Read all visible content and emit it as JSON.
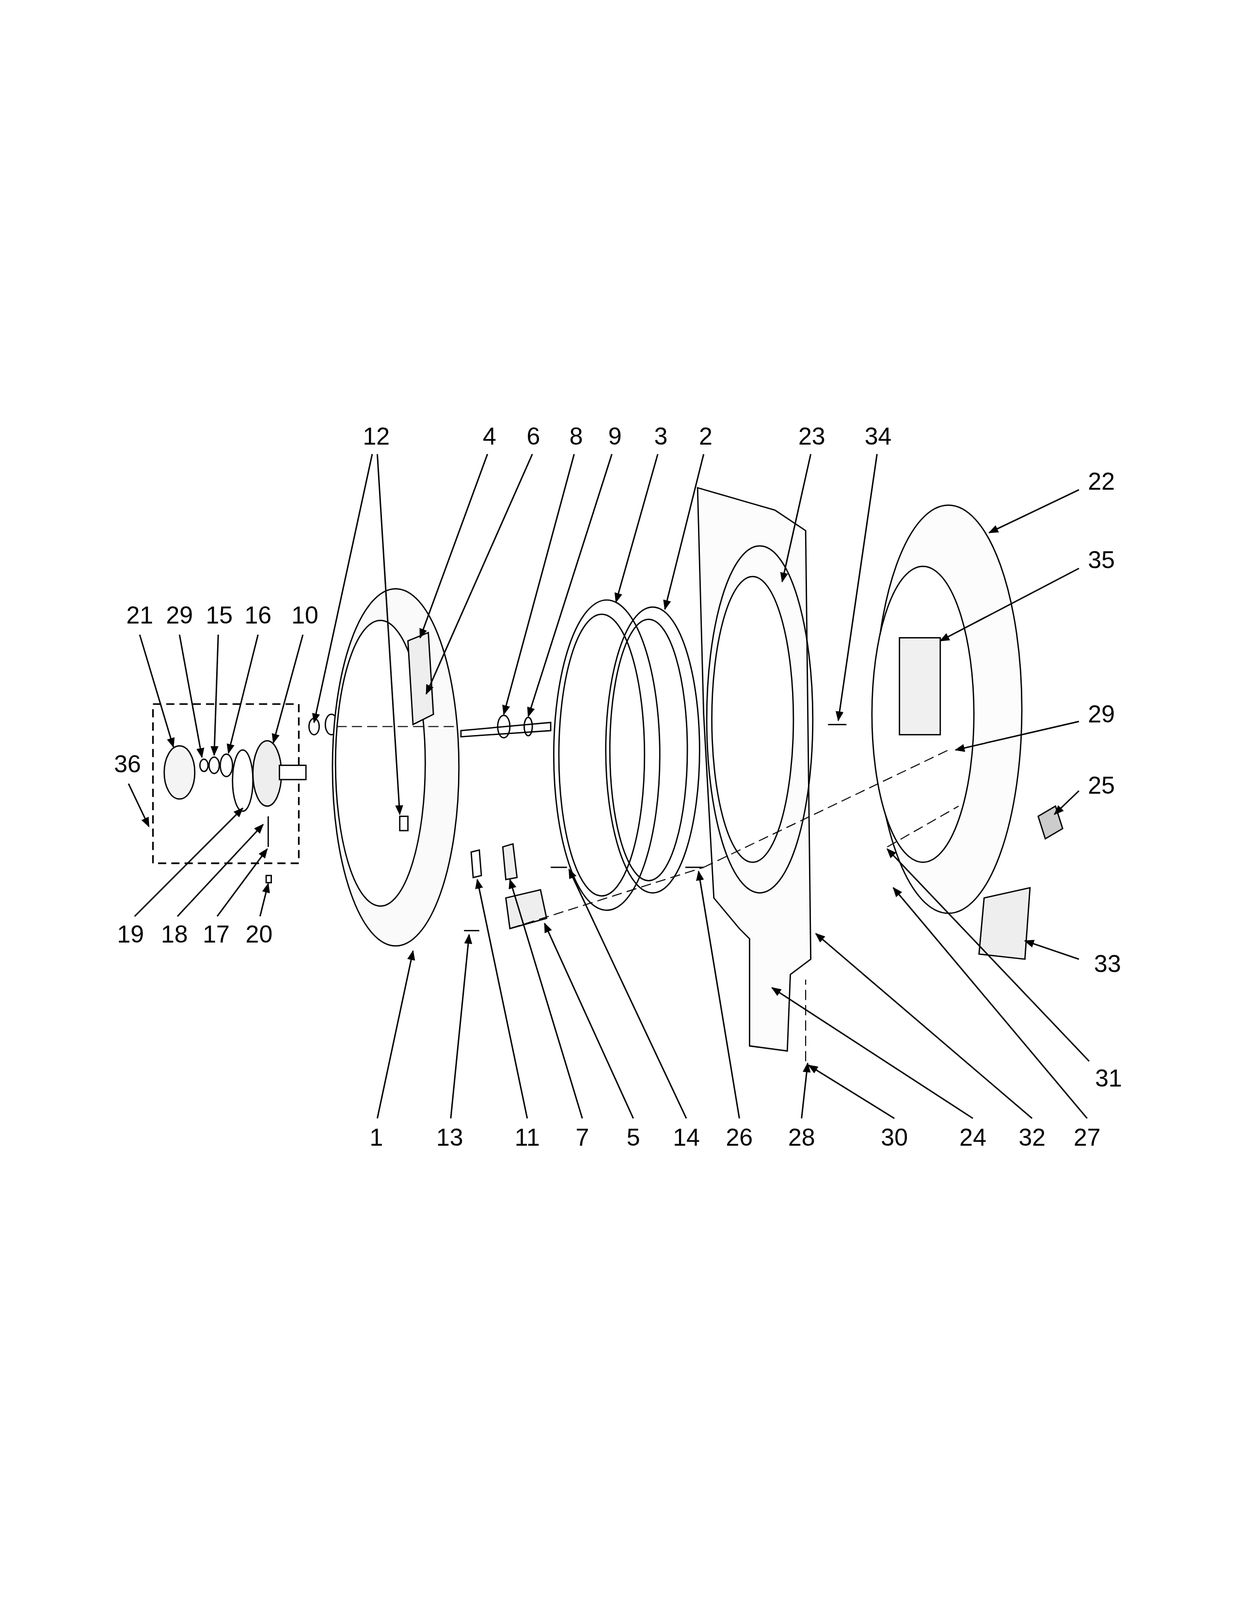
{
  "diagram": {
    "labels": [
      "12",
      "4",
      "6",
      "8",
      "9",
      "3",
      "2",
      "23",
      "34",
      "22",
      "21",
      "29",
      "15",
      "16",
      "10",
      "35",
      "36",
      "29",
      "25",
      "33",
      "19",
      "18",
      "17",
      "20",
      "31",
      "1",
      "13",
      "11",
      "7",
      "5",
      "14",
      "26",
      "28",
      "30",
      "24",
      "32",
      "27"
    ]
  }
}
